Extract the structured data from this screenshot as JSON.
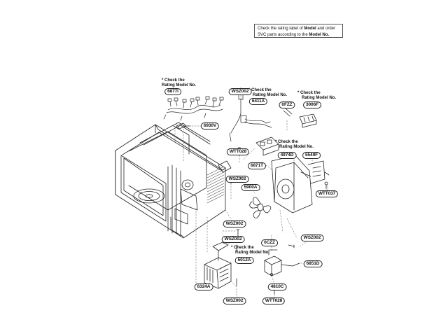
{
  "notice": {
    "line1_pre": "Check the rating label of ",
    "line1_bold": "Model",
    "line1_post": " and order",
    "line2_pre": "SVC parts according to the ",
    "line2_bold": "Model No."
  },
  "notes": {
    "n1_line1": "* Check the",
    "n1_line2": "Rating Model No.",
    "n2_line1": "* Check the",
    "n2_line2": "Rating Model No.",
    "n3_line1": "* Check the",
    "n3_line2": "Rating Model No.",
    "n4_line1": "* Check the",
    "n4_line2": "Rating Model No.",
    "n5_line1": "* Check the",
    "n5_line2": "Rating Model No."
  },
  "parts": {
    "p_6877i": "6877I",
    "p_wsz_top": "WSZ002",
    "p_6411a": "6411A",
    "p_0fzz": "0FZZ",
    "p_3006f": "3006F",
    "p_6930v": "6930V",
    "p_wtt_top": "WTT028",
    "p_6871t": "6871T",
    "p_4974d": "4974D",
    "p_5549f": "5549F",
    "p_wsz_mid": "WSZ002",
    "p_5900a": "5900A",
    "p_wtt_right": "WTT037",
    "p_wsz_left1": "WSZ002",
    "p_wsz_left2": "WSZ002",
    "p_wsz_right": "WSZ002",
    "p_0czz": "0CZZ",
    "p_5012a": "5012A",
    "p_6851d": "6851D",
    "p_6324a": "6324A",
    "p_4810c": "4810C",
    "p_wsz_bottom": "WSZ002",
    "p_wtt_bottom": "WTT028"
  }
}
